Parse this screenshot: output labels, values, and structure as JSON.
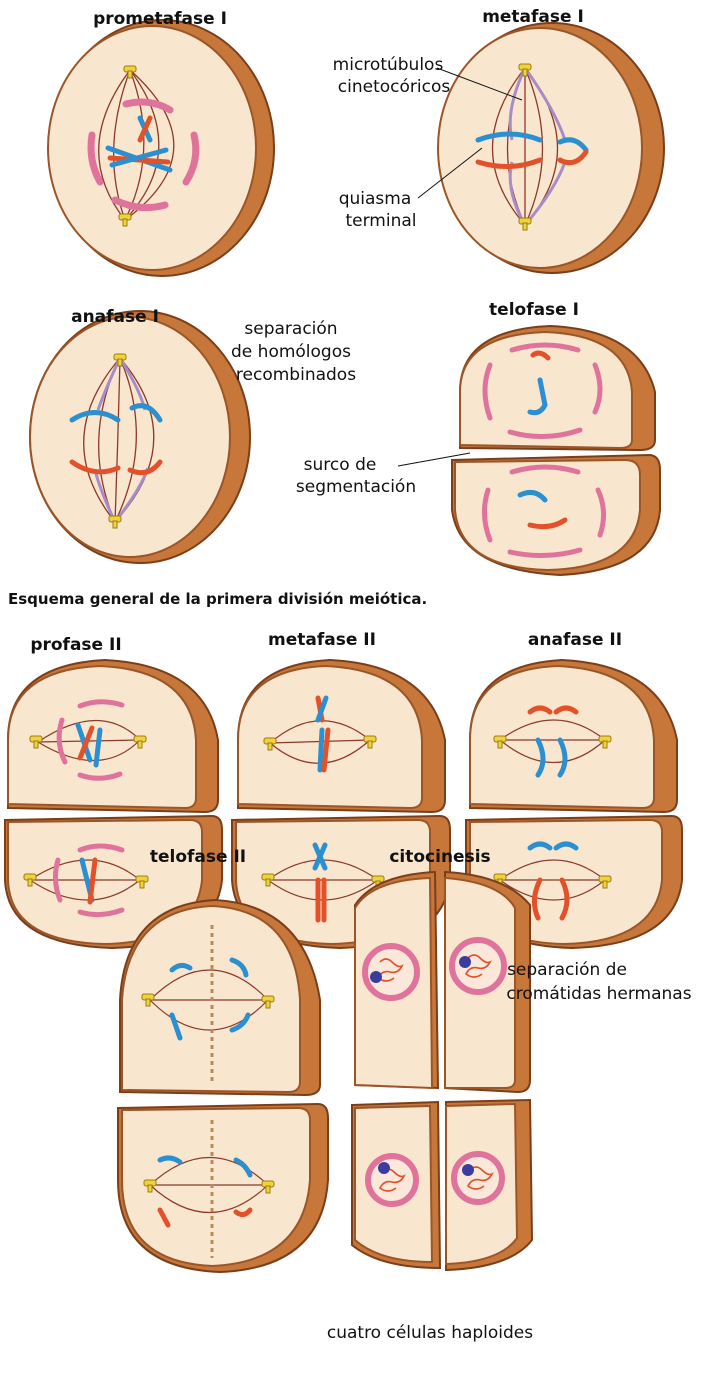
{
  "stage_labels": {
    "prometafase_1": "prometafase I",
    "metafase_1": "metafase I",
    "anafase_1": "anafase I",
    "telofase_1": "telofase I",
    "profase_2": "profase II",
    "metafase_2": "metafase II",
    "anafase_2": "anafase II",
    "telofase_2": "telofase II",
    "citocinesis": "citocinesis"
  },
  "annotations": {
    "microtubulos": [
      "microtúbulos",
      "cinetocóricos"
    ],
    "quiasma": [
      "quiasma",
      "terminal"
    ],
    "separacion_homologos": [
      "separación",
      "de homólogos",
      "recombinados"
    ],
    "surco": [
      "surco de",
      "segmentación"
    ],
    "separacion_cromatidas": [
      "separación de",
      "cromátidas hermanas"
    ],
    "cuatro_celulas": "cuatro células haploides"
  },
  "caption": "Esquema general de la primera división meiótica.",
  "colors": {
    "cytoplasm": "#f9e6cf",
    "membrane": "#c8773a",
    "membrane_dark": "#9b5628",
    "spindle": "#8b3a2a",
    "microtubule_purple": "#a88cc8",
    "centrosome": "#f0d23c",
    "chromosome_red": "#e2512a",
    "chromosome_blue": "#2b8fd0",
    "nuclear_envelope": "#e0739b",
    "nucleolus": "#3b3c9e"
  }
}
